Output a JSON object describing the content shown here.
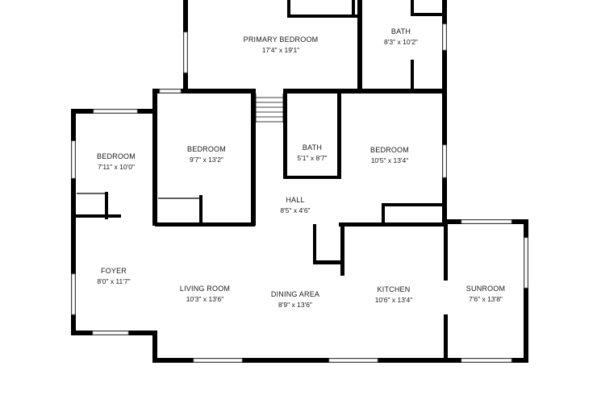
{
  "floor_plan": {
    "rooms": [
      {
        "id": "primary-bedroom",
        "name": "PRIMARY BEDROOM",
        "size": "17'4\" x 19'1\""
      },
      {
        "id": "bath-upper",
        "name": "BATH",
        "size": "8'3\" x 10'2\""
      },
      {
        "id": "bedroom-west",
        "name": "BEDROOM",
        "size": "7'11\" x 10'0\""
      },
      {
        "id": "bedroom-center",
        "name": "BEDROOM",
        "size": "9'7\" x 13'2\""
      },
      {
        "id": "bath-center",
        "name": "BATH",
        "size": "5'1\" x 8'7\""
      },
      {
        "id": "bedroom-east",
        "name": "BEDROOM",
        "size": "10'5\" x 13'4\""
      },
      {
        "id": "hall",
        "name": "HALL",
        "size": "8'5\" x 4'6\""
      },
      {
        "id": "foyer",
        "name": "FOYER",
        "size": "8'0\" x 11'7\""
      },
      {
        "id": "living-room",
        "name": "LIVING ROOM",
        "size": "10'3\" x 13'6\""
      },
      {
        "id": "dining-area",
        "name": "DINING AREA",
        "size": "8'9\" x 13'6\""
      },
      {
        "id": "kitchen",
        "name": "KITCHEN",
        "size": "10'6\" x 13'4\""
      },
      {
        "id": "sunroom",
        "name": "SUNROOM",
        "size": "7'6\" x 13'8\""
      }
    ]
  }
}
